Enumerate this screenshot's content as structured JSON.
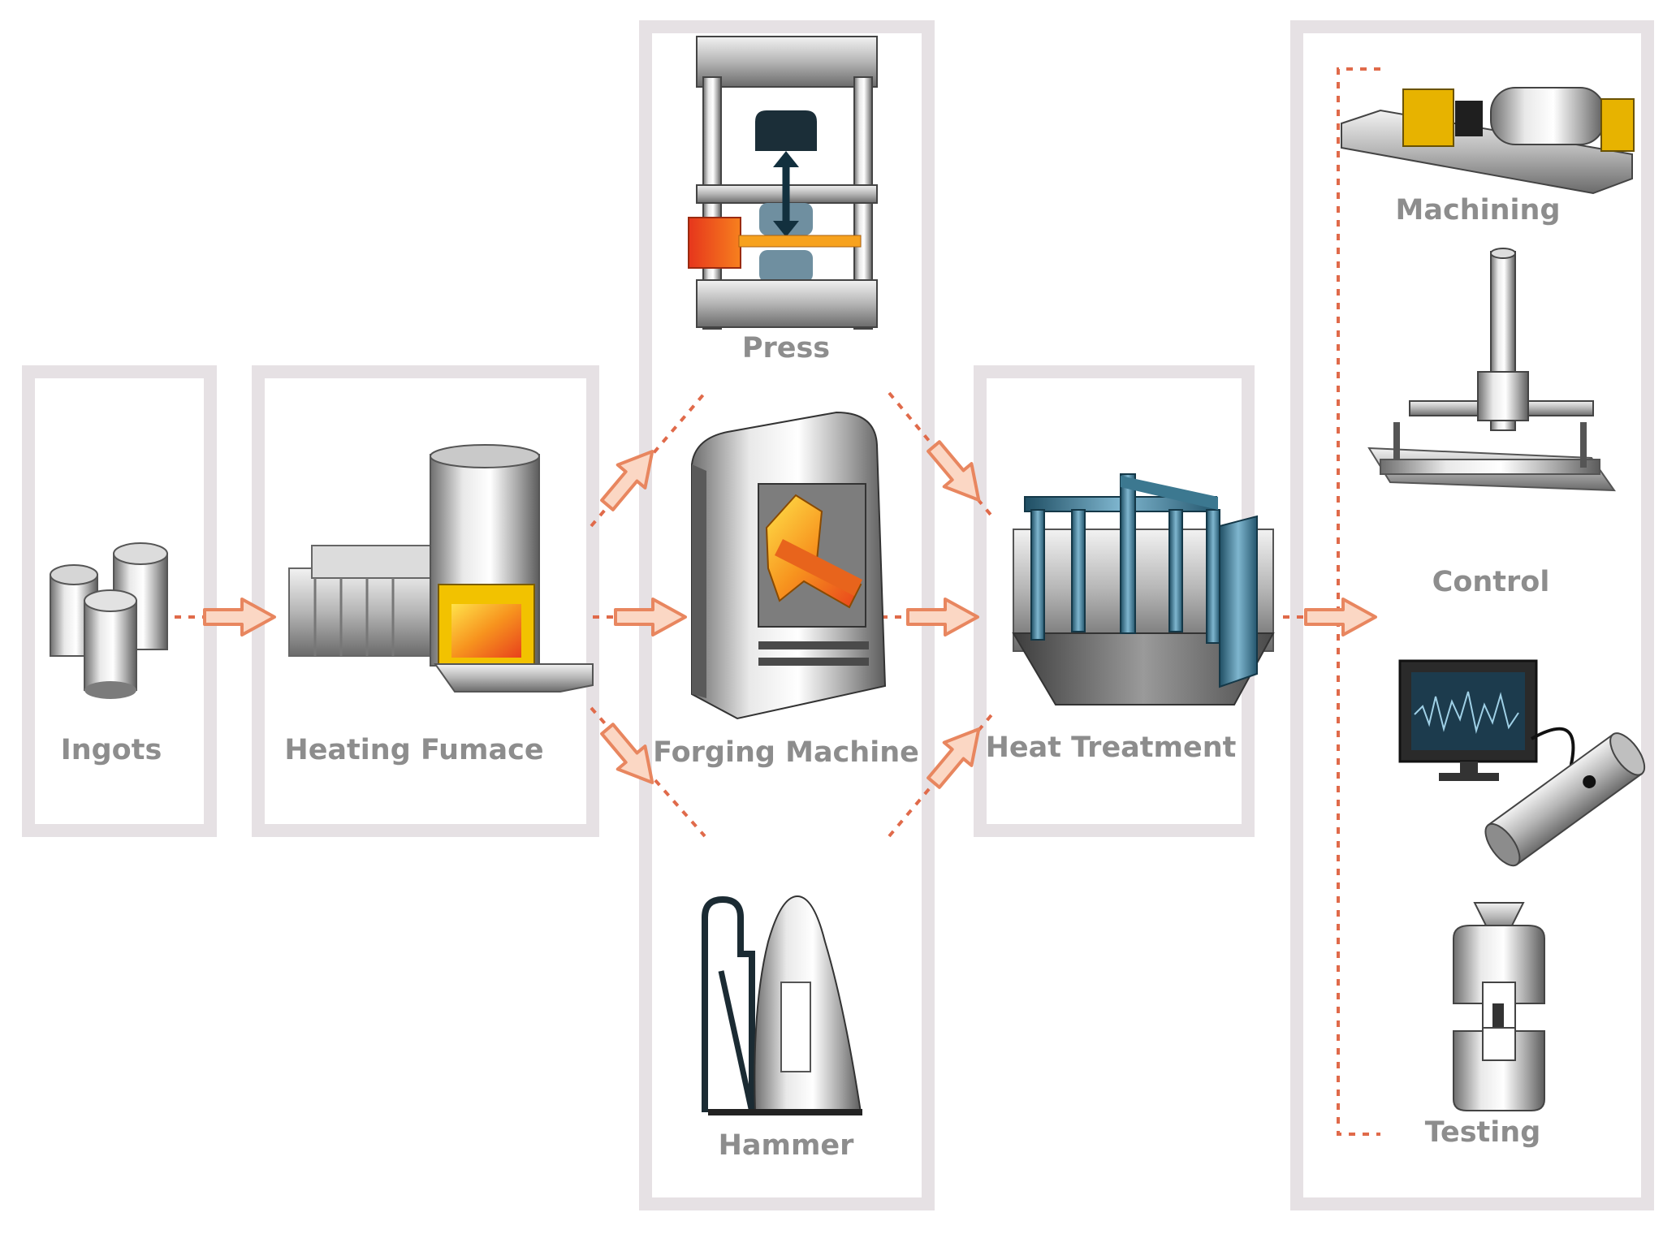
{
  "labels": {
    "ingots": "Ingots",
    "heating_furnace": "Heating Fumace",
    "press": "Press",
    "forging_machine": "Forging Machine",
    "hammer": "Hammer",
    "heat_treatment": "Heat Treatment",
    "machining": "Machining",
    "control": "Control",
    "testing": "Testing"
  },
  "colors": {
    "frame": "#e6e1e4",
    "label": "#8d8d8d",
    "connector": "#e06a4a",
    "arrow_fill": "#fbd7c4",
    "arrow_stroke": "#e8865f",
    "hot_metal": "#f2a41c",
    "steel_blue": "#2e5f78"
  }
}
